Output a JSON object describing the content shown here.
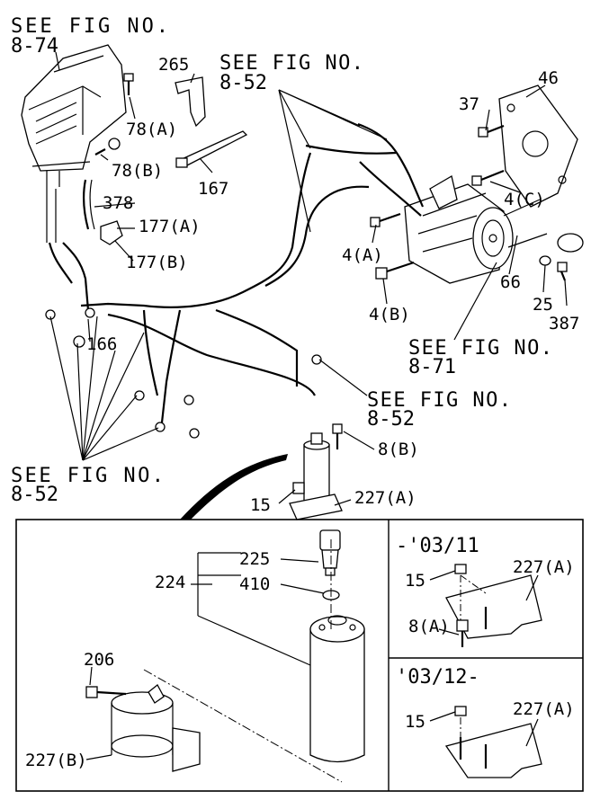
{
  "references": {
    "fig_8_74": {
      "line1": "SEE FIG NO.",
      "line2": "8-74"
    },
    "fig_8_52_top": {
      "line1": "SEE FIG NO.",
      "line2": "8-52"
    },
    "fig_8_71": {
      "line1": "SEE FIG NO.",
      "line2": "8-71"
    },
    "fig_8_52_mid": {
      "line1": "SEE FIG NO.",
      "line2": "8-52"
    },
    "fig_8_52_left": {
      "line1": "SEE FIG NO.",
      "line2": "8-52"
    }
  },
  "parts": {
    "p265": "265",
    "p78a": "78(A)",
    "p78b": "78(B)",
    "p167": "167",
    "p378": "378",
    "p177a": "177(A)",
    "p177b": "177(B)",
    "p166": "166",
    "p37": "37",
    "p46": "46",
    "p4c": "4(C)",
    "p4a": "4(A)",
    "p4b": "4(B)",
    "p66": "66",
    "p25": "25",
    "p387": "387",
    "p8b": "8(B)",
    "p15_main": "15",
    "p227a_main": "227(A)"
  },
  "detail_main": {
    "p225": "225",
    "p224": "224",
    "p410": "410",
    "p206": "206",
    "p227b": "227(B)"
  },
  "detail_early": {
    "date_range": "-'03/11",
    "p15": "15",
    "p227a": "227(A)",
    "p8a": "8(A)"
  },
  "detail_late": {
    "date_range": "'03/12-",
    "p15": "15",
    "p227a": "227(A)"
  }
}
